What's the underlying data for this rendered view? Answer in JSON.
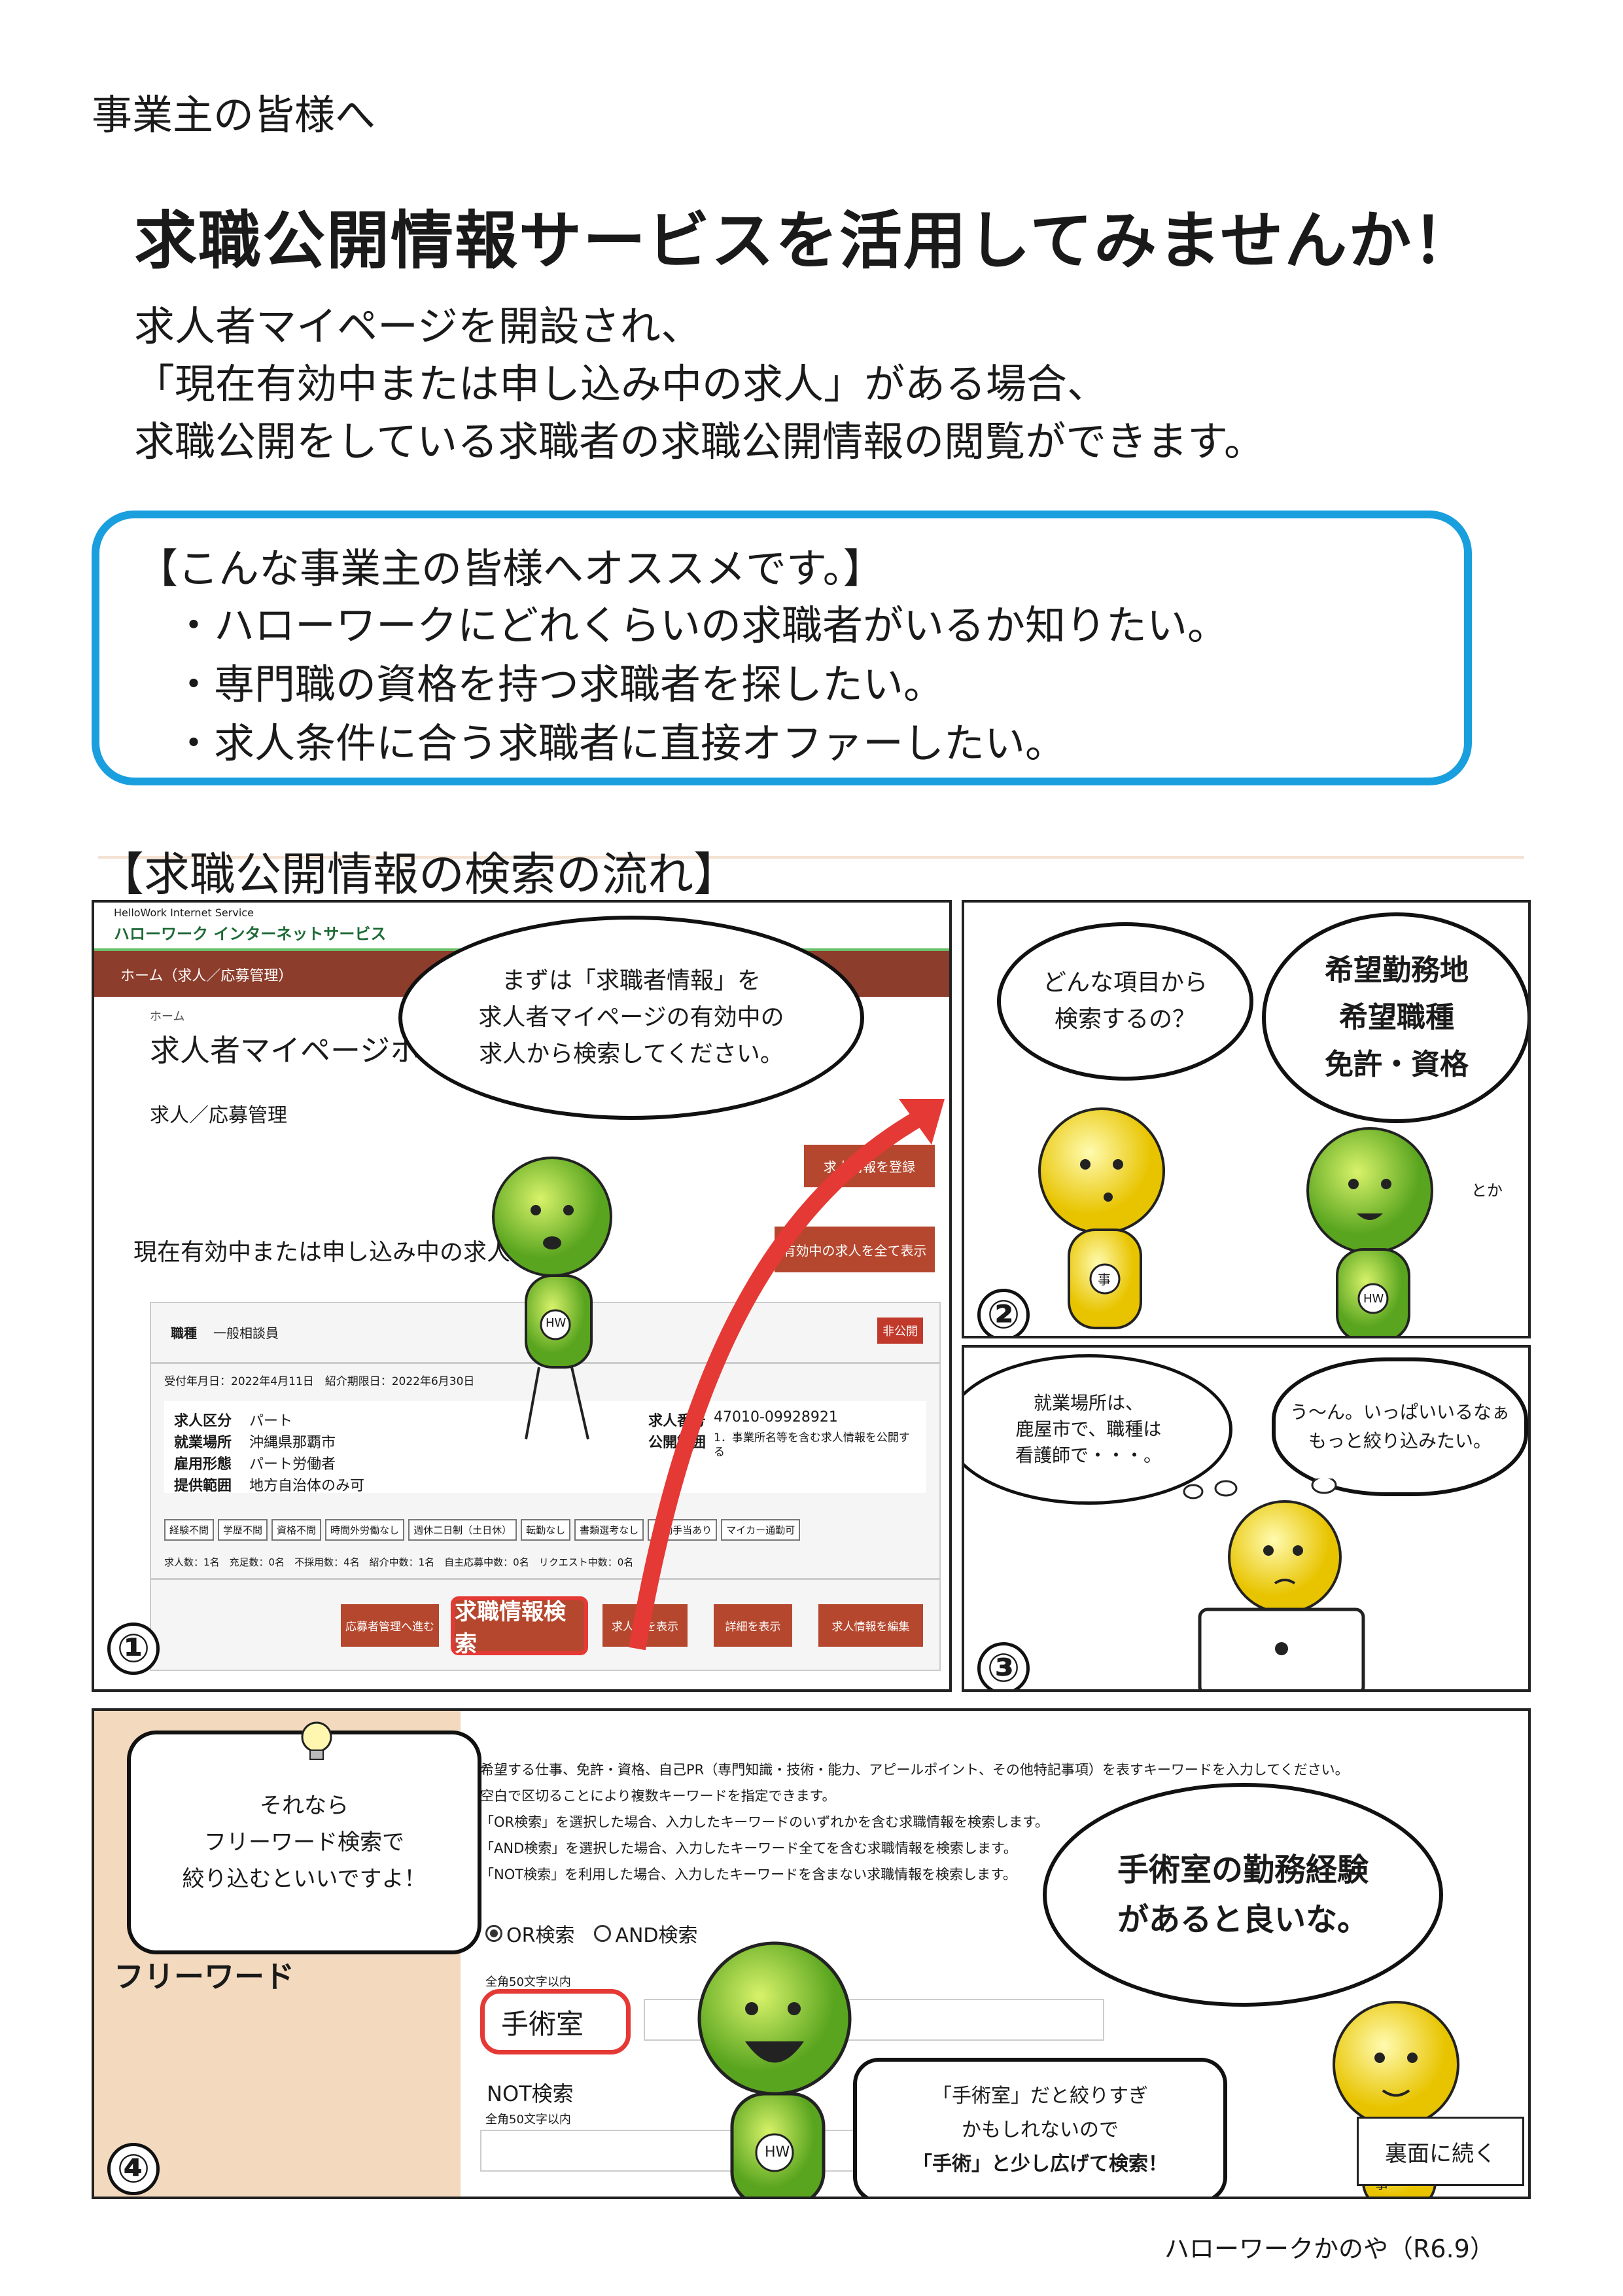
{
  "addressee": "事業主の皆様へ",
  "headline": "求職公開情報サービスを活用してみませんか！",
  "intro": [
    "求人者マイページを開設され、",
    "「現在有効中または申し込み中の求人」がある場合、",
    "求職公開をしている求職者の求職公開情報の閲覧ができます。"
  ],
  "recommend": {
    "heading": "【こんな事業主の皆様へオススメです。】",
    "items": [
      "・ハローワークにどれくらいの求職者がいるか知りたい。",
      "・専門職の資格を持つ求職者を探したい。",
      "・求人条件に合う求職者に直接オファーしたい。"
    ]
  },
  "flow_heading": "【求職公開情報の検索の流れ】",
  "panel1": {
    "number": "①",
    "brand_en": "HelloWork Internet Service",
    "brand_jp": "ハローワーク インターネットサービス",
    "nav_tab": "ホーム（求人／応募管理）",
    "breadcrumb": "ホーム",
    "page_title": "求人者マイページホーム",
    "section": "求人／応募管理",
    "register_button": "求人情報を登録",
    "active_heading": "現在有効中または申し込み中の求人",
    "show_all_button": "有効中の求人を全て表示",
    "job": {
      "occupation_label": "職種",
      "occupation": "一般相談員",
      "status": "非公開",
      "dates": "受付年月日：2022年4月11日　紹介期限日：2022年6月30日",
      "fields": [
        {
          "label": "求人区分",
          "value": "パート"
        },
        {
          "label": "就業場所",
          "value": "沖縄県那覇市"
        },
        {
          "label": "雇用形態",
          "value": "パート労働者"
        },
        {
          "label": "提供範囲",
          "value": "地方自治体のみ可"
        }
      ],
      "number_label": "求人番号",
      "number": "47010-09928921",
      "scope_label": "公開範囲",
      "scope": "1．事業所名等を含む求人情報を公開する",
      "tags": [
        "経験不問",
        "学歴不問",
        "資格不問",
        "時間外労働なし",
        "週休二日制（土日休）",
        "転勤なし",
        "書類選考なし",
        "通勤手当あり",
        "マイカー通勤可"
      ],
      "stats": "求人数：1名　充足数：0名　不採用数：4名　紹介中数：1名　自主応募中数：0名　リクエスト中数：0名"
    },
    "action_buttons": [
      "応募者管理へ進む",
      "求職情報検索",
      "求人票を表示",
      "詳細を表示",
      "求人情報を編集"
    ],
    "bubble": [
      "まずは「求職者情報」を",
      "求人者マイページの有効中の",
      "求人から検索してください。"
    ],
    "badge": "HW"
  },
  "panel2": {
    "number": "②",
    "bubble_left": [
      "どんな項目から",
      "検索するの？"
    ],
    "bubble_right": [
      "希望勤務地",
      "希望職種",
      "免許・資格"
    ],
    "aside": "とか",
    "badge_left": "事",
    "badge_right": "HW"
  },
  "panel3": {
    "number": "③",
    "bubble_left": [
      "就業場所は、",
      "鹿屋市で、職種は",
      "看護師で・・・。"
    ],
    "bubble_right": [
      "う〜ん。いっぱいいるなぁ",
      "もっと絞り込みたい。"
    ]
  },
  "panel4": {
    "number": "④",
    "free_word_label": "フリーワード",
    "help_lines": [
      "希望する仕事、免許・資格、自己PR（専門知識・技術・能力、アピールポイント、その他特記事項）を表すキーワードを入力してください。",
      "空白で区切ることにより複数キーワードを指定できます。",
      "「OR検索」を選択した場合、入力したキーワードのいずれかを含む求職情報を検索します。",
      "「AND検索」を選択した場合、入力したキーワード全てを含む求職情報を検索します。",
      "「NOT検索」を利用した場合、入力したキーワードを含まない求職情報を検索します。"
    ],
    "radio_or": "OR検索",
    "radio_and": "AND検索",
    "field_hint": "全角50文字以内",
    "field_value": "手術室",
    "not_label": "NOT検索",
    "not_hint": "全角50文字以内",
    "bubble_left": [
      "それなら",
      "フリーワード検索で",
      "絞り込むといいですよ！"
    ],
    "bubble_right": [
      "手術室の勤務経験",
      "があると良いな。"
    ],
    "bubble_bottom": [
      "「手術室」だと絞りすぎ",
      "かもしれないので",
      "「手術」と少し広げて検索！"
    ],
    "badge": "HW",
    "badge_right": "事"
  },
  "continue": "裏面に続く",
  "footer": "ハローワークかのや（R6.9）"
}
